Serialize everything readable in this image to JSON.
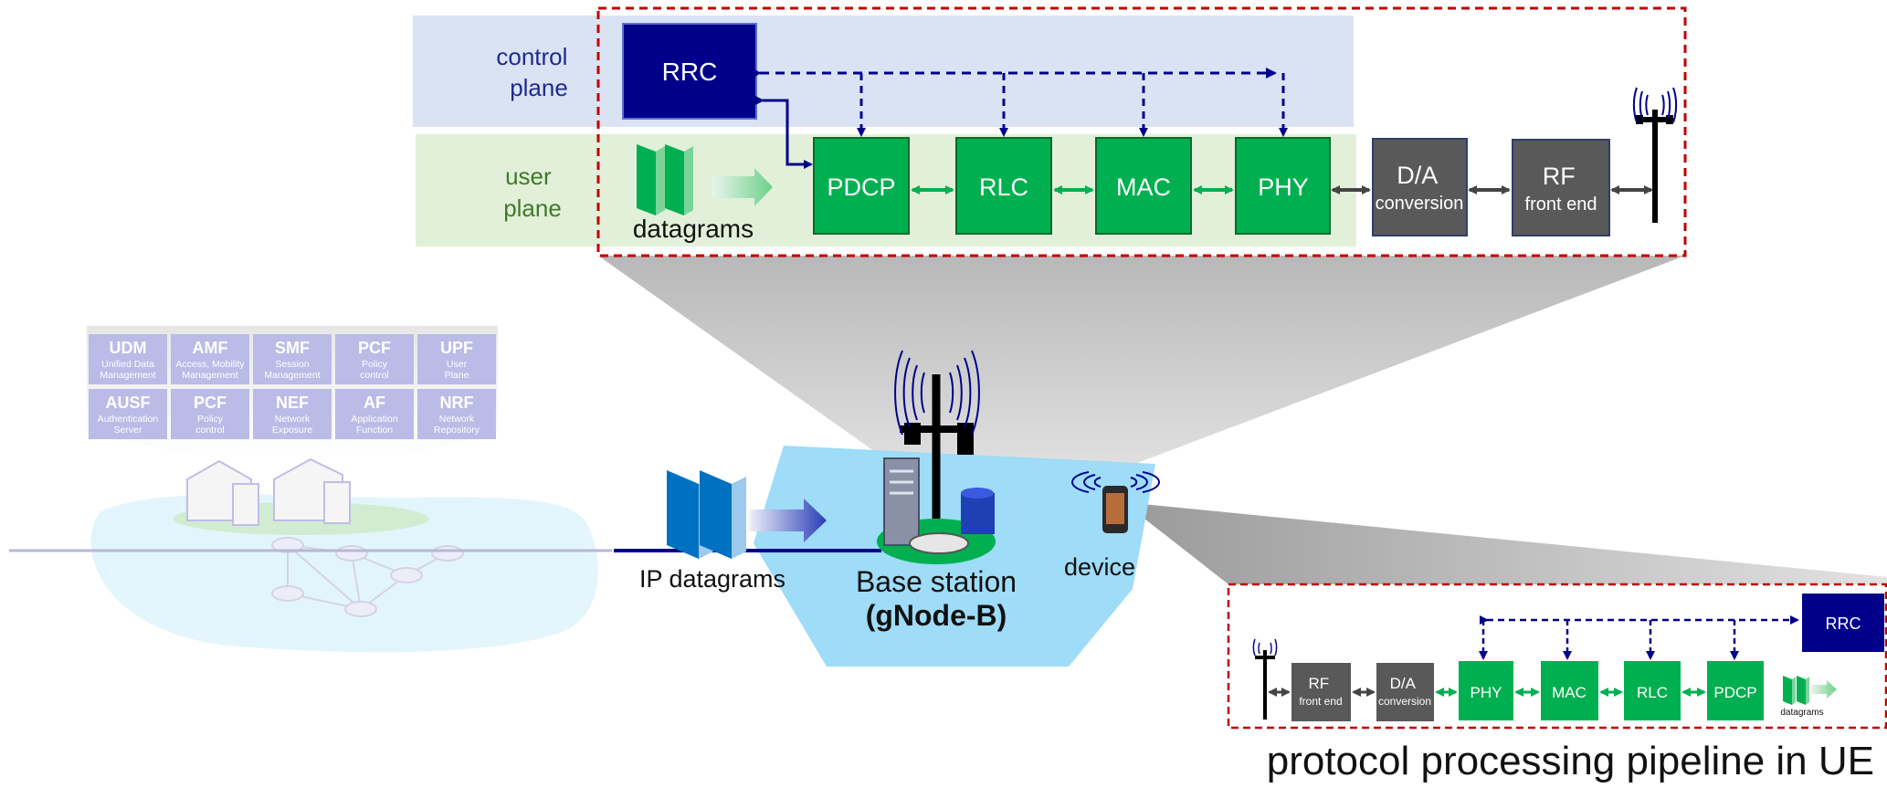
{
  "top_pipeline": {
    "control_plane_label": [
      "control",
      "plane"
    ],
    "user_plane_label": [
      "user",
      "plane"
    ],
    "rrc": "RRC",
    "pdcp": "PDCP",
    "rlc": "RLC",
    "mac": "MAC",
    "phy": "PHY",
    "da": [
      "D/A",
      "conversion"
    ],
    "rf": [
      "RF",
      "front end"
    ],
    "datagrams": "datagrams"
  },
  "core_functions": [
    {
      "abbr": "UDM",
      "desc": [
        "Unified Data",
        "Management"
      ]
    },
    {
      "abbr": "AMF",
      "desc": [
        "Access, Mobility",
        "Management"
      ]
    },
    {
      "abbr": "SMF",
      "desc": [
        "Session",
        "Management"
      ]
    },
    {
      "abbr": "PCF",
      "desc": [
        "Policy",
        "control"
      ]
    },
    {
      "abbr": "UPF",
      "desc": [
        "User",
        "Plane"
      ]
    },
    {
      "abbr": "AUSF",
      "desc": [
        "Authentication",
        "Server"
      ]
    },
    {
      "abbr": "PCF",
      "desc": [
        "Policy",
        "control"
      ]
    },
    {
      "abbr": "NEF",
      "desc": [
        "Network",
        "Exposure"
      ]
    },
    {
      "abbr": "AF",
      "desc": [
        "Application",
        "Function"
      ]
    },
    {
      "abbr": "NRF",
      "desc": [
        "Network",
        "Repository"
      ]
    }
  ],
  "middle": {
    "ip_datagrams": "IP datagrams",
    "base_station": "Base station",
    "gnodeb": "(gNode-B)",
    "device": "device"
  },
  "ue_pipeline": {
    "rrc": "RRC",
    "rf": [
      "RF",
      "front end"
    ],
    "da": [
      "D/A",
      "conversion"
    ],
    "phy": "PHY",
    "mac": "MAC",
    "rlc": "RLC",
    "pdcp": "PDCP",
    "datagrams": "datagrams"
  },
  "caption": "protocol processing pipeline in UE",
  "colors": {
    "green": "#00b050",
    "dark_blue": "#00008b",
    "gray_box": "#595959",
    "control_band": "#dae3f3",
    "user_band": "#e2f0d9",
    "red_dash": "#c00000",
    "light_blue_hex": "#9edcf8",
    "core_box": "#b4b4e6"
  }
}
